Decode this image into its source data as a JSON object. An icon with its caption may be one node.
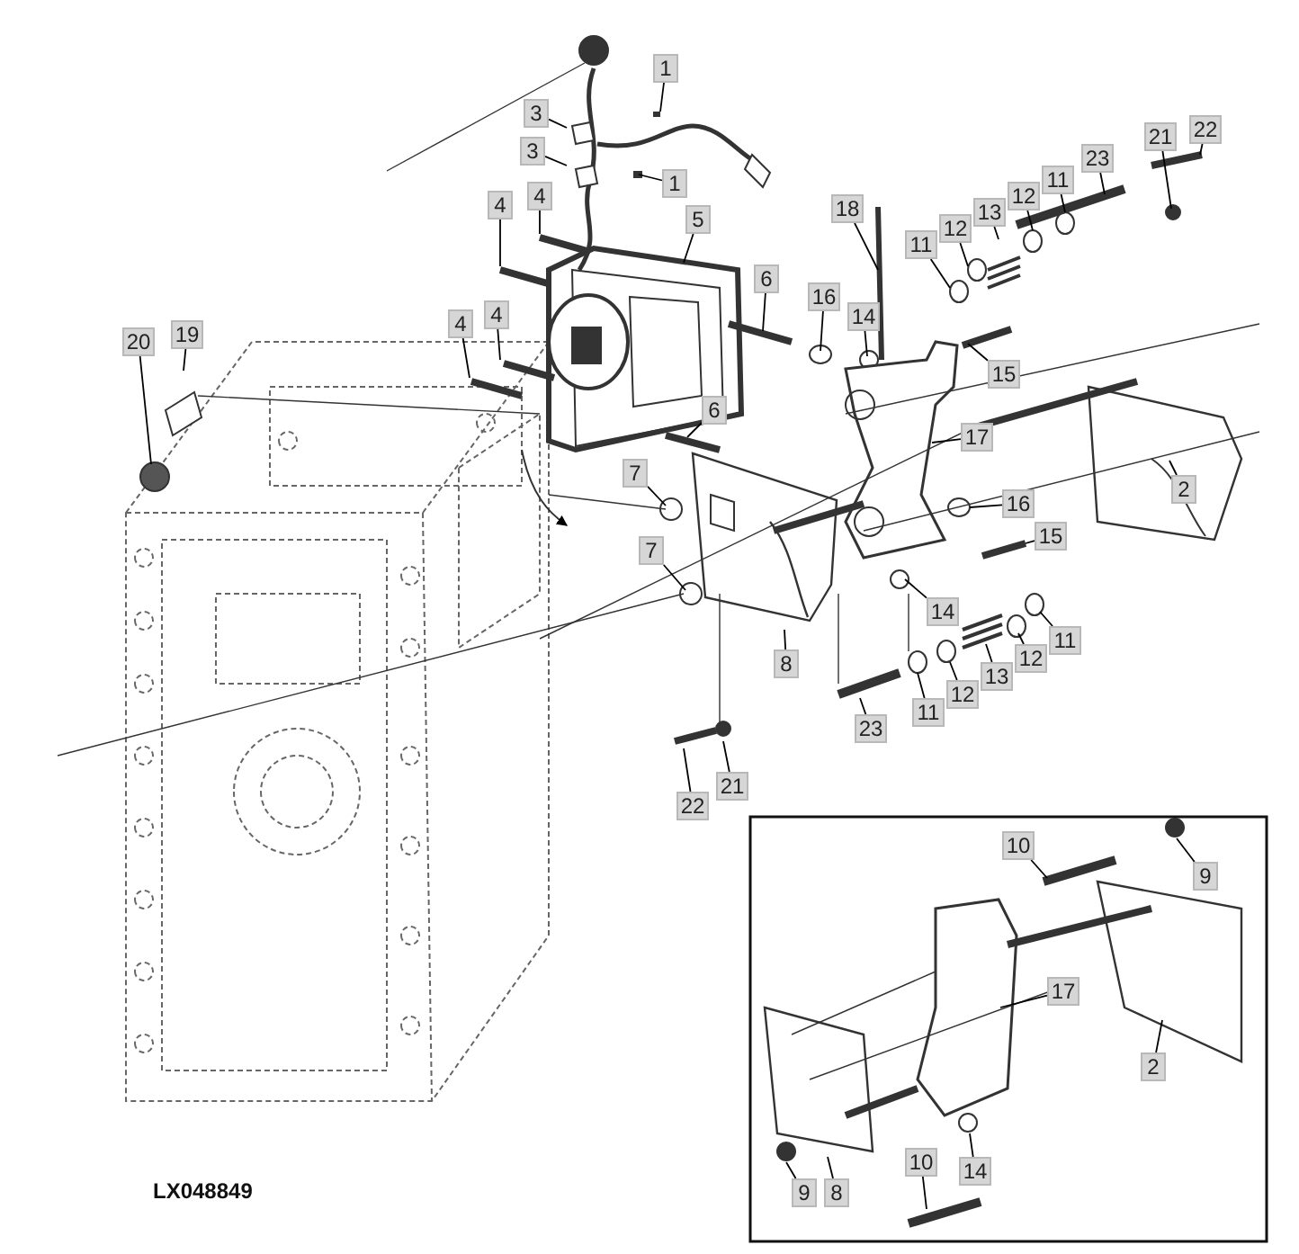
{
  "diagram": {
    "nodes": [
      {
        "text": [
          "1"
        ]
      },
      {
        "text": [
          "3"
        ]
      },
      {
        "text": [
          "3"
        ]
      },
      {
        "text": [
          "1"
        ]
      },
      {
        "text": [
          "4"
        ]
      },
      {
        "text": [
          "4"
        ]
      },
      {
        "text": [
          "5"
        ]
      },
      {
        "text": [
          "18"
        ]
      },
      {
        "text": [
          "11"
        ]
      },
      {
        "text": [
          "12"
        ]
      },
      {
        "text": [
          "13"
        ]
      },
      {
        "text": [
          "12"
        ]
      },
      {
        "text": [
          "11"
        ]
      },
      {
        "text": [
          "23"
        ]
      },
      {
        "text": [
          "21"
        ]
      },
      {
        "text": [
          "22"
        ]
      },
      {
        "text": [
          "20"
        ]
      },
      {
        "text": [
          "19"
        ]
      },
      {
        "text": [
          "6"
        ]
      },
      {
        "text": [
          "16"
        ]
      },
      {
        "text": [
          "14"
        ]
      },
      {
        "text": [
          "4"
        ]
      },
      {
        "text": [
          "4"
        ]
      },
      {
        "text": [
          "15"
        ]
      },
      {
        "text": [
          "6"
        ]
      },
      {
        "text": [
          "17"
        ]
      },
      {
        "text": [
          "2"
        ]
      },
      {
        "text": [
          "7"
        ]
      },
      {
        "text": [
          "16"
        ]
      },
      {
        "text": [
          "15"
        ]
      },
      {
        "text": [
          "7"
        ]
      },
      {
        "text": [
          "14"
        ]
      },
      {
        "text": [
          "8"
        ]
      },
      {
        "text": [
          "11"
        ]
      },
      {
        "text": [
          "12"
        ]
      },
      {
        "text": [
          "13"
        ]
      },
      {
        "text": [
          "12"
        ]
      },
      {
        "text": [
          "11"
        ]
      },
      {
        "text": [
          "23"
        ]
      },
      {
        "text": [
          "21"
        ]
      },
      {
        "text": [
          "22"
        ]
      },
      {
        "text": [
          "10"
        ]
      },
      {
        "text": [
          "9"
        ]
      },
      {
        "text": [
          "17"
        ]
      },
      {
        "text": [
          "2"
        ]
      },
      {
        "text": [
          "10"
        ]
      },
      {
        "text": [
          "14"
        ]
      },
      {
        "text": [
          "9"
        ]
      },
      {
        "text": [
          "8"
        ]
      }
    ],
    "edges": [
      {
        "from": 0,
        "to": null,
        "arrow": "none"
      },
      {
        "from": 1,
        "to": null,
        "arrow": "none"
      },
      {
        "from": 2,
        "to": null,
        "arrow": "none"
      },
      {
        "from": 3,
        "to": null,
        "arrow": "none"
      },
      {
        "from": 4,
        "to": null,
        "arrow": "none"
      },
      {
        "from": 5,
        "to": null,
        "arrow": "none"
      },
      {
        "from": 6,
        "to": null,
        "arrow": "none"
      },
      {
        "from": 7,
        "to": null,
        "arrow": "none"
      },
      {
        "from": 8,
        "to": null,
        "arrow": "none"
      },
      {
        "from": 9,
        "to": null,
        "arrow": "none"
      },
      {
        "from": 10,
        "to": null,
        "arrow": "none"
      },
      {
        "from": 11,
        "to": null,
        "arrow": "none"
      },
      {
        "from": 12,
        "to": null,
        "arrow": "none"
      },
      {
        "from": 13,
        "to": null,
        "arrow": "none"
      },
      {
        "from": 14,
        "to": null,
        "arrow": "none"
      },
      {
        "from": 15,
        "to": null,
        "arrow": "none"
      },
      {
        "from": 16,
        "to": null,
        "arrow": "none"
      },
      {
        "from": 17,
        "to": null,
        "arrow": "none"
      },
      {
        "from": 18,
        "to": null,
        "arrow": "none"
      },
      {
        "from": 19,
        "to": null,
        "arrow": "none"
      },
      {
        "from": 20,
        "to": null,
        "arrow": "none"
      },
      {
        "from": 21,
        "to": null,
        "arrow": "none"
      },
      {
        "from": 22,
        "to": null,
        "arrow": "none"
      },
      {
        "from": 23,
        "to": null,
        "arrow": "none"
      },
      {
        "from": 24,
        "to": null,
        "arrow": "none"
      },
      {
        "from": 25,
        "to": null,
        "arrow": "none"
      },
      {
        "from": 26,
        "to": null,
        "arrow": "none"
      },
      {
        "from": 27,
        "to": null,
        "arrow": "none"
      },
      {
        "from": 28,
        "to": null,
        "arrow": "none"
      },
      {
        "from": 29,
        "to": null,
        "arrow": "none"
      },
      {
        "from": 30,
        "to": null,
        "arrow": "none"
      },
      {
        "from": 31,
        "to": null,
        "arrow": "none"
      },
      {
        "from": 32,
        "to": null,
        "arrow": "none"
      },
      {
        "from": 33,
        "to": null,
        "arrow": "none"
      },
      {
        "from": 34,
        "to": null,
        "arrow": "none"
      },
      {
        "from": 35,
        "to": null,
        "arrow": "none"
      },
      {
        "from": 36,
        "to": null,
        "arrow": "none"
      },
      {
        "from": 37,
        "to": null,
        "arrow": "none"
      },
      {
        "from": 38,
        "to": null,
        "arrow": "none"
      },
      {
        "from": 39,
        "to": null,
        "arrow": "none"
      },
      {
        "from": 40,
        "to": null,
        "arrow": "none"
      },
      {
        "from": 41,
        "to": null,
        "arrow": "none"
      },
      {
        "from": 42,
        "to": null,
        "arrow": "none"
      },
      {
        "from": 43,
        "to": null,
        "arrow": "none"
      },
      {
        "from": 44,
        "to": null,
        "arrow": "none"
      },
      {
        "from": 45,
        "to": null,
        "arrow": "none"
      },
      {
        "from": 46,
        "to": null,
        "arrow": "none"
      },
      {
        "from": 47,
        "to": null,
        "arrow": "none"
      },
      {
        "from": 48,
        "to": null,
        "arrow": "none"
      }
    ],
    "labels": [
      "LX048849"
    ]
  }
}
